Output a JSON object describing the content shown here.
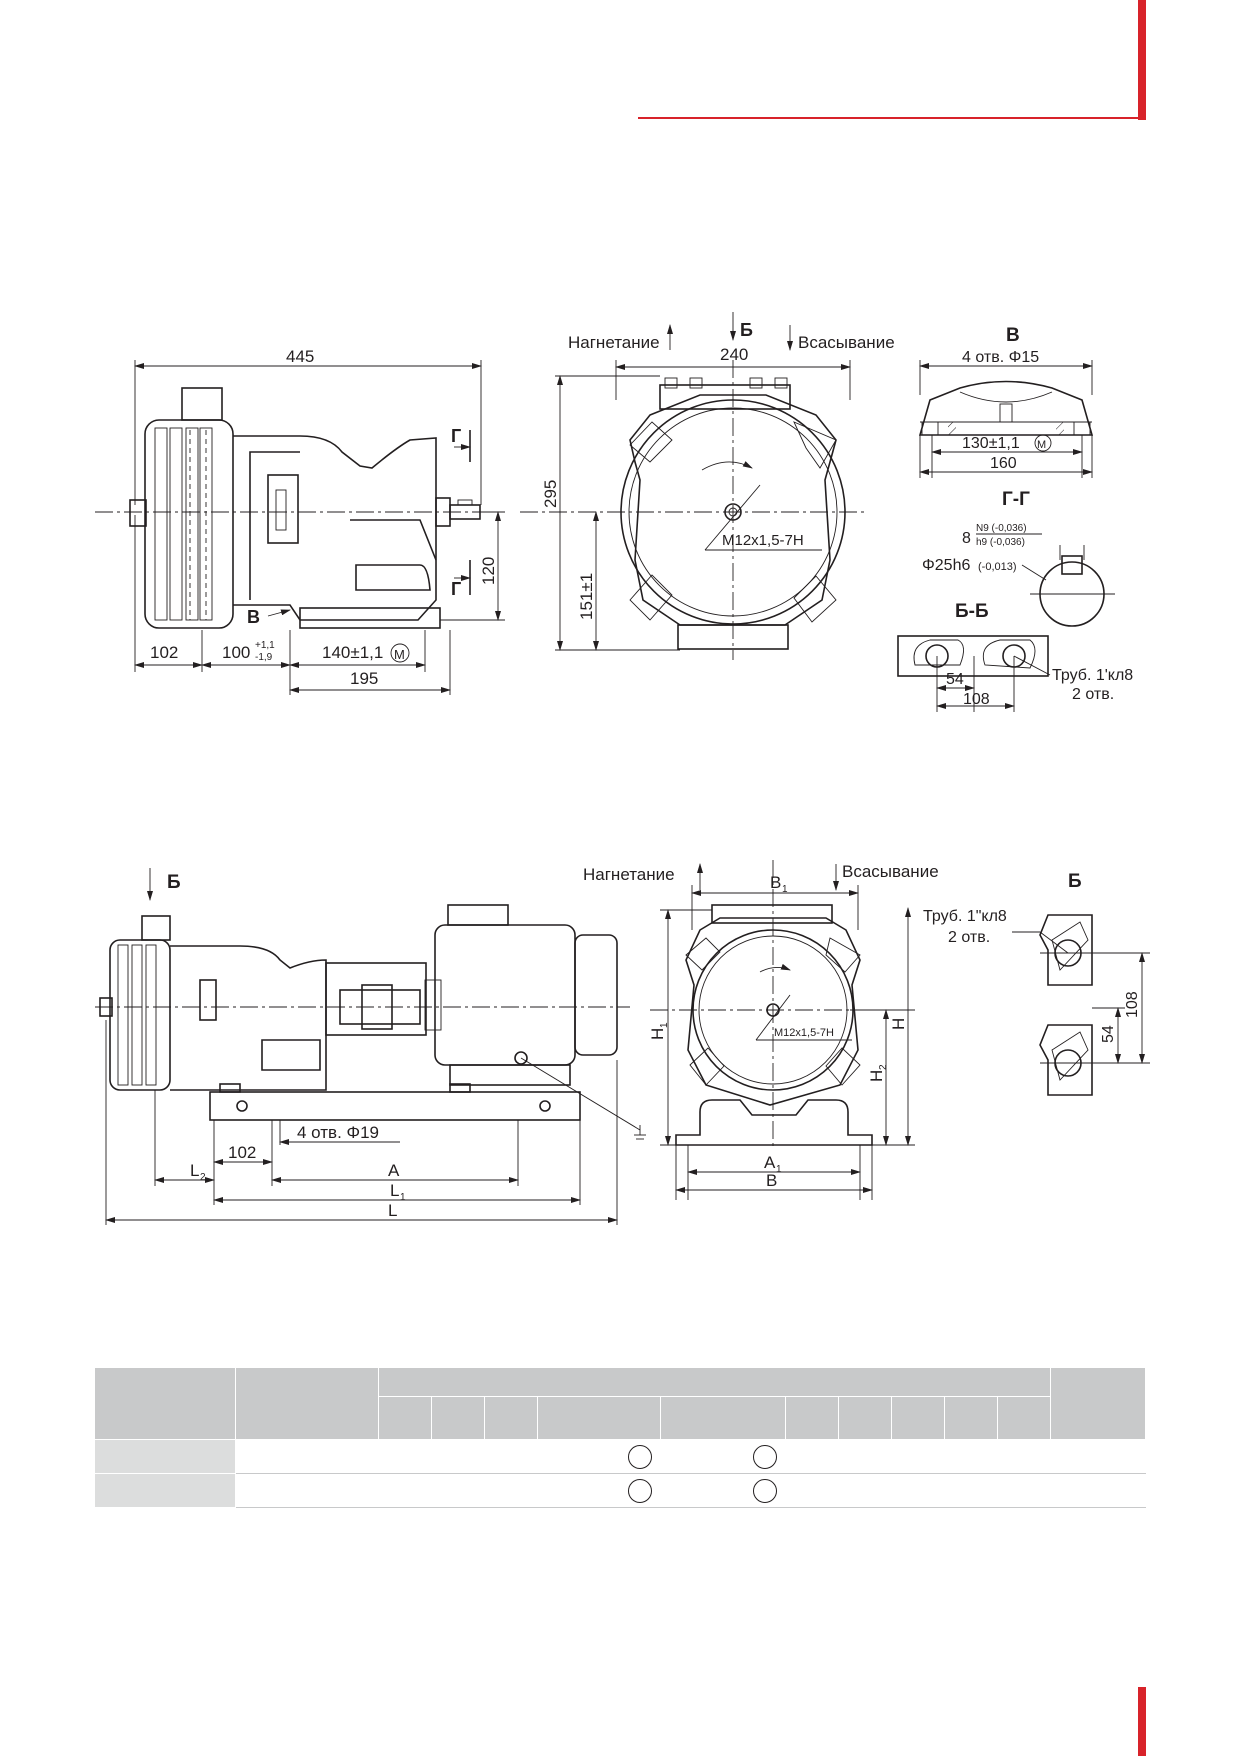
{
  "colors": {
    "accent_red": "#d8232a",
    "header_gray": "#c8c9ca",
    "line": "#231f20"
  },
  "view1": {
    "dim_445": "445",
    "dim_102": "102",
    "dim_100": "100",
    "tol_100_upper": "+1,1",
    "tol_100_lower": "-1,9",
    "dim_140": "140±1,1",
    "dim_195": "195",
    "dim_120": "120",
    "label_G": "Г",
    "label_V": "В"
  },
  "view2": {
    "label_out": "Нагнетание",
    "label_in": "Всасывание",
    "label_B": "Б",
    "dim_240": "240",
    "dim_295": "295",
    "dim_151": "151±1",
    "thread": "M12x1,5-7H"
  },
  "detail_V": {
    "title": "В",
    "holes": "4 отв. Φ15",
    "dim_130": "130±1,1",
    "dim_160": "160"
  },
  "section_GG": {
    "title": "Г-Г",
    "key_width": "8",
    "tol_n9": "N9 (-0,036)",
    "tol_h9": "h9 (-0,036)",
    "shaft": "Φ25h6",
    "shaft_tol": "(-0,013)"
  },
  "section_BB": {
    "title": "Б-Б",
    "dim_54": "54",
    "dim_108": "108",
    "pipe": "Труб. 1'кл8",
    "holes": "2 отв."
  },
  "view3": {
    "label_B": "Б",
    "holes": "4 отв. Φ19",
    "dim_102": "102",
    "L2": "L",
    "L2_sub": "2",
    "A": "A",
    "L1": "L",
    "L1_sub": "1",
    "L": "L"
  },
  "view4": {
    "label_out": "Нагнетание",
    "label_in": "Всасывание",
    "B1": "B",
    "B1_sub": "1",
    "H1": "H",
    "H1_sub": "1",
    "H": "H",
    "H2": "H",
    "H2_sub": "2",
    "A1": "A",
    "A1_sub": "1",
    "B": "B",
    "thread": "M12x1,5-7H"
  },
  "detail_B": {
    "title": "Б",
    "pipe": "Труб. 1\"кл8",
    "holes": "2 отв.",
    "dim_54": "54",
    "dim_108": "108"
  },
  "table": {
    "row_count": 2,
    "subcolumn_count": 10
  }
}
